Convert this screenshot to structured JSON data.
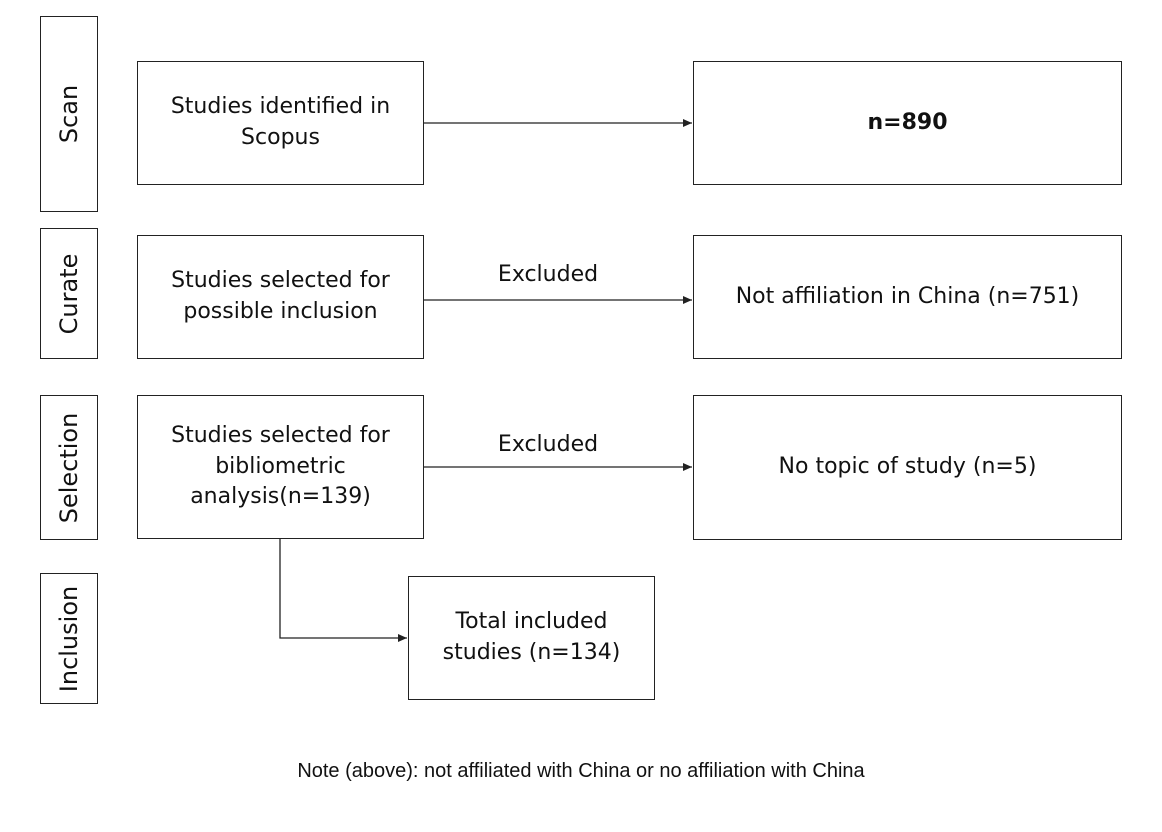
{
  "stages": {
    "scan": "Scan",
    "curate": "Curate",
    "selection": "Selection",
    "inclusion": "Inclusion"
  },
  "boxes": {
    "identified": "Studies identified in\nScopus",
    "n890": "n=890",
    "possible_inclusion": "Studies selected for\npossible inclusion",
    "not_affiliation": "Not affiliation in China (n=751)",
    "bibliometric": "Studies selected for\nbibliometric\nanalysis(n=139)",
    "no_topic": "No topic of study (n=5)",
    "total_included": "Total included\nstudies (n=134)"
  },
  "edge_labels": {
    "curate_excluded": "Excluded",
    "selection_excluded": "Excluded"
  },
  "note": "Note (above): not affiliated with China or no affiliation with China"
}
